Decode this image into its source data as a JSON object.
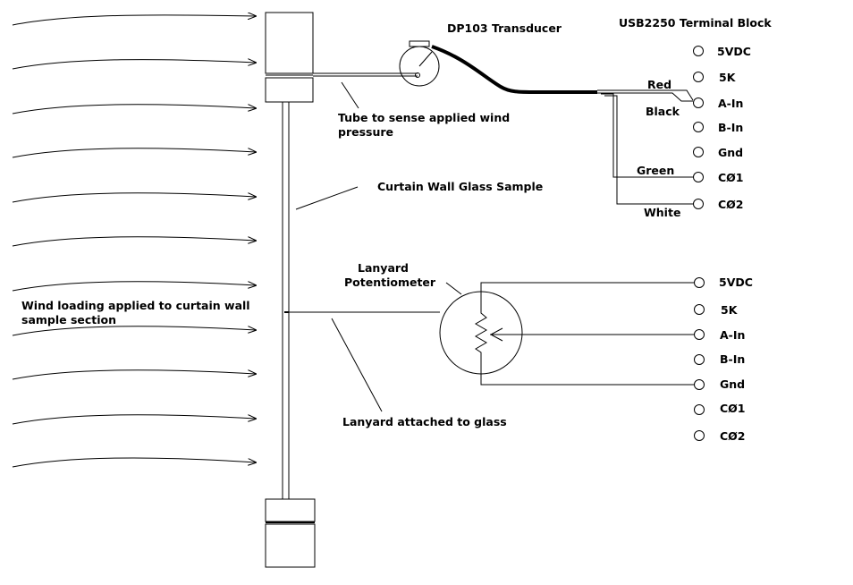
{
  "labels": {
    "transducer": "DP103 Transducer",
    "terminal_block": "USB2250 Terminal Block",
    "tube_line1": "Tube to sense applied wind",
    "tube_line2": "pressure",
    "glass_sample": "Curtain Wall Glass Sample",
    "pot_line1": "Lanyard",
    "pot_line2": "Potentiometer",
    "wind_line1": "Wind loading applied to curtain wall",
    "wind_line2": "sample section",
    "lanyard_attached": "Lanyard attached to glass"
  },
  "wires": {
    "red": "Red",
    "black": "Black",
    "green": "Green",
    "white": "White"
  },
  "terminals_top": [
    "5VDC",
    "5K",
    "A-In",
    "B-In",
    "Gnd",
    "CØ1",
    "CØ2"
  ],
  "terminals_bottom": [
    "5VDC",
    "5K",
    "A-In",
    "B-In",
    "Gnd",
    "CØ1",
    "CØ2"
  ],
  "colors": {
    "line": "#000000",
    "background": "#ffffff"
  }
}
